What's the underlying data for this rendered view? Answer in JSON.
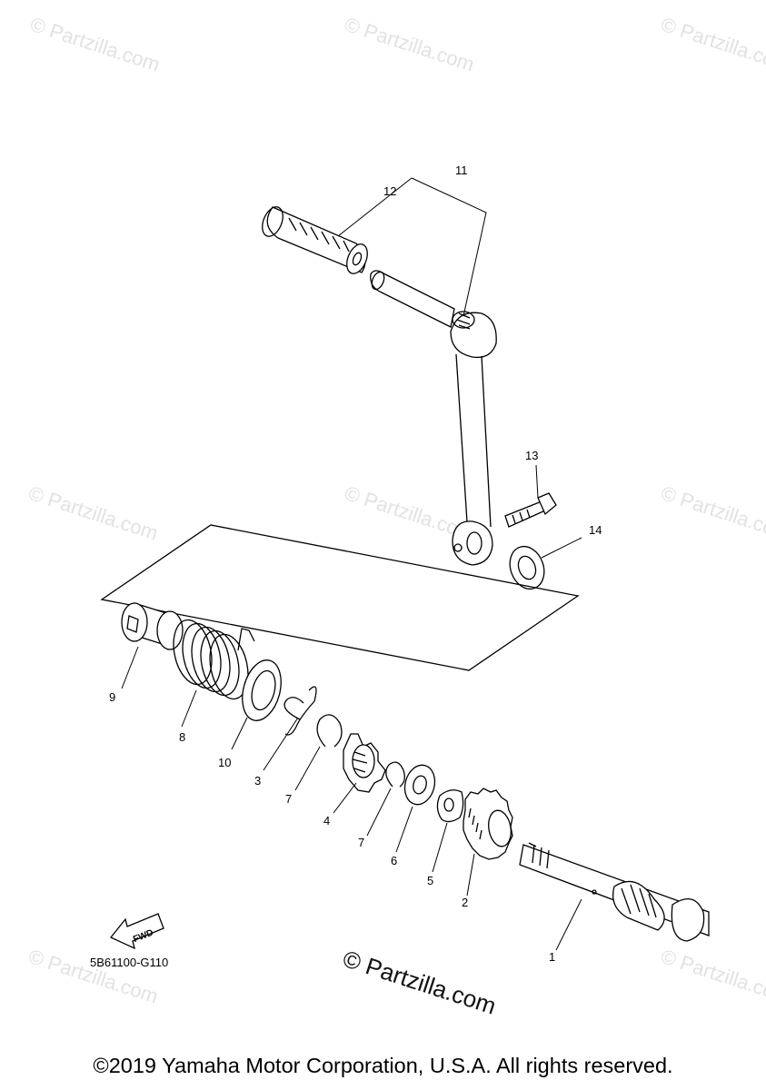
{
  "watermark": "© Partzilla.com",
  "center_watermark": "© Partzilla.com",
  "diagram_code": "5B61100-G110",
  "fwd_label": "FWD",
  "copyright": "©2019 Yamaha Motor Corporation, U.S.A. All rights reserved.",
  "callouts": {
    "c1": "1",
    "c2": "2",
    "c3": "3",
    "c4": "4",
    "c5": "5",
    "c6": "6",
    "c7a": "7",
    "c7b": "7",
    "c8": "8",
    "c9": "9",
    "c10": "10",
    "c11": "11",
    "c12": "12",
    "c13": "13",
    "c14": "14"
  }
}
